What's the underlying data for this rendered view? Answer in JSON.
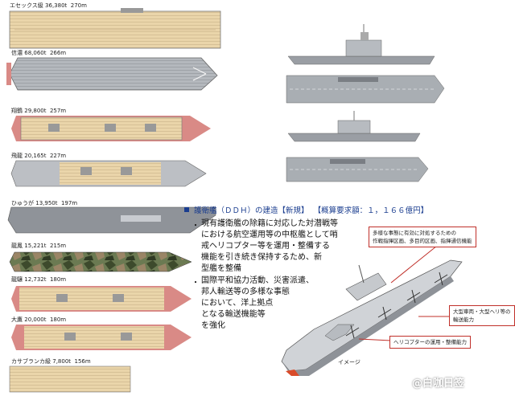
{
  "carriers": [
    {
      "name": "エセックス級",
      "tonnage": "36,380t",
      "length": "270m"
    },
    {
      "name": "信濃",
      "tonnage": "68,060t",
      "length": "266m"
    },
    {
      "name": "翔鶴",
      "tonnage": "29,800t",
      "length": "257m"
    },
    {
      "name": "飛龍",
      "tonnage": "20,165t",
      "length": "227m"
    },
    {
      "name": "ひゅうが",
      "tonnage": "13,950t",
      "length": "197m"
    },
    {
      "name": "龍鳳",
      "tonnage": "15,221t",
      "length": "215m"
    },
    {
      "name": "龍驤",
      "tonnage": "12,732t",
      "length": "180m"
    },
    {
      "name": "大鷹",
      "tonnage": "20,000t",
      "length": "180m"
    },
    {
      "name": "カサブランカ級",
      "tonnage": "7,800t",
      "length": "156m"
    }
  ],
  "caption": {
    "title": "護衛艦（ＤＤＨ）の建造【新規】",
    "budget": "【概算要求額：１，１６６億円】"
  },
  "points": {
    "first": [
      "現有護衛艦の除籍に対応した対潜戦等",
      "における航空運用等の中枢艦として哨",
      "戒ヘリコプター等を運用・整備する",
      "機能を引き続き保持するため、新",
      "型艦を整備"
    ],
    "second": [
      "国際平和協力活動、災害派遣、",
      "邦人輸送等の多様な事態",
      "において、洋上拠点",
      "となる輸送機能等",
      "を強化"
    ]
  },
  "callouts": {
    "top": [
      "多様な事態に有効に対処するための",
      "作戦指揮区画、多目的区画、指揮通信機能"
    ],
    "middle": [
      "大型車両・大型ヘリ等の",
      "輸送能力"
    ],
    "bottom": [
      "ヘリコプターの運用・整備能力"
    ]
  },
  "image_label": "イメージ",
  "watermark": "@白咖日签",
  "colors": {
    "deck_tan": "#e9d3a8",
    "deck_gray": "#a9aeb3",
    "hull_red": "#d98a86",
    "callout_border": "#c0302a",
    "caption_blue": "#1a3d8f"
  }
}
